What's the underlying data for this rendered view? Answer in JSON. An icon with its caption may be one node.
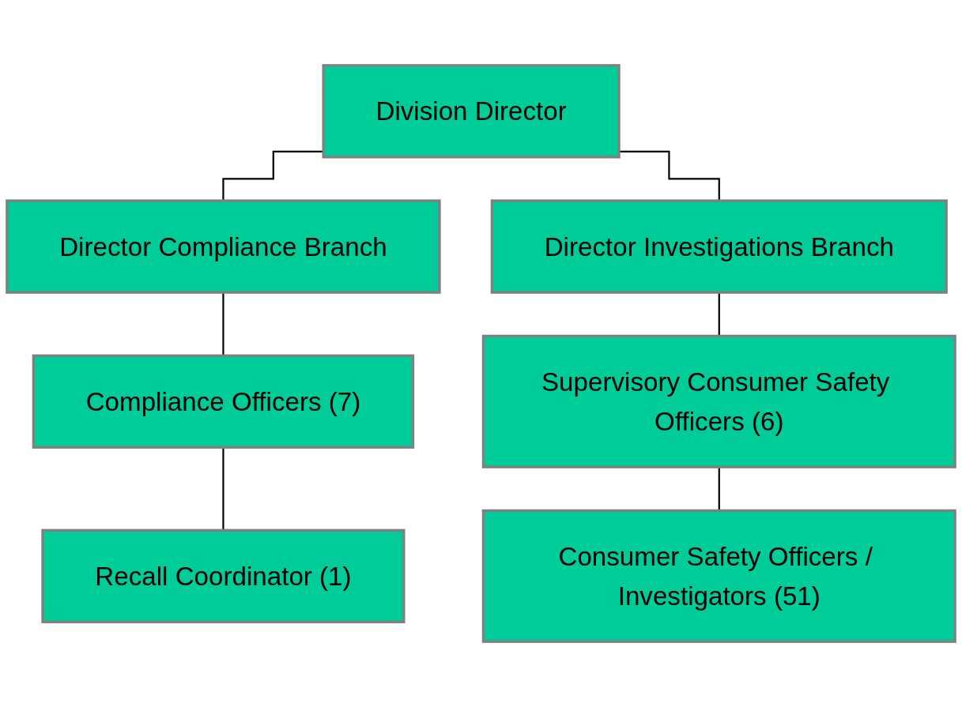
{
  "diagram": {
    "nodes": [
      {
        "text": [
          "Division Director"
        ]
      },
      {
        "text": [
          "Director Compliance Branch"
        ]
      },
      {
        "text": [
          "Director Investigations Branch"
        ]
      },
      {
        "text": [
          "Compliance Officers (7)"
        ]
      },
      {
        "text": [
          "Recall Coordinator (1)"
        ]
      },
      {
        "text": [
          "Supervisory Consumer Safety Officers (6)"
        ]
      },
      {
        "text": [
          "Consumer Safety Officers / Investigators (51)"
        ]
      }
    ],
    "edges": [
      {
        "from": 0,
        "to": 1,
        "arrow": "none"
      },
      {
        "from": 0,
        "to": 2,
        "arrow": "none"
      },
      {
        "from": 1,
        "to": 3,
        "arrow": "none"
      },
      {
        "from": 3,
        "to": 4,
        "arrow": "none"
      },
      {
        "from": 2,
        "to": 5,
        "arrow": "none"
      },
      {
        "from": 5,
        "to": 6,
        "arrow": "none"
      }
    ]
  }
}
